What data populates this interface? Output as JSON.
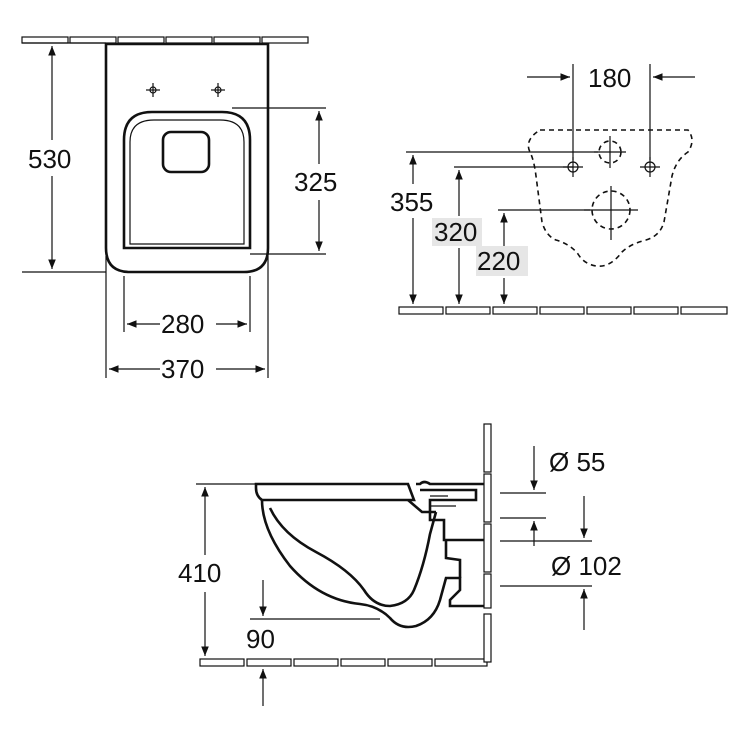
{
  "top_view": {
    "height_label": "530",
    "bowl_length_label": "325",
    "inner_width_label": "280",
    "outer_width_label": "370"
  },
  "rear_view": {
    "bolt_spacing_label": "180",
    "height_355_label": "355",
    "height_320_label": "320",
    "height_220_label": "220"
  },
  "side_view": {
    "height_label": "410",
    "min_height_label": "90",
    "inlet_diameter_label": "Ø 55",
    "outlet_diameter_label": "Ø 102"
  },
  "colors": {
    "line": "#111111",
    "background": "#ffffff",
    "label_highlight": "#e6e6e6"
  }
}
